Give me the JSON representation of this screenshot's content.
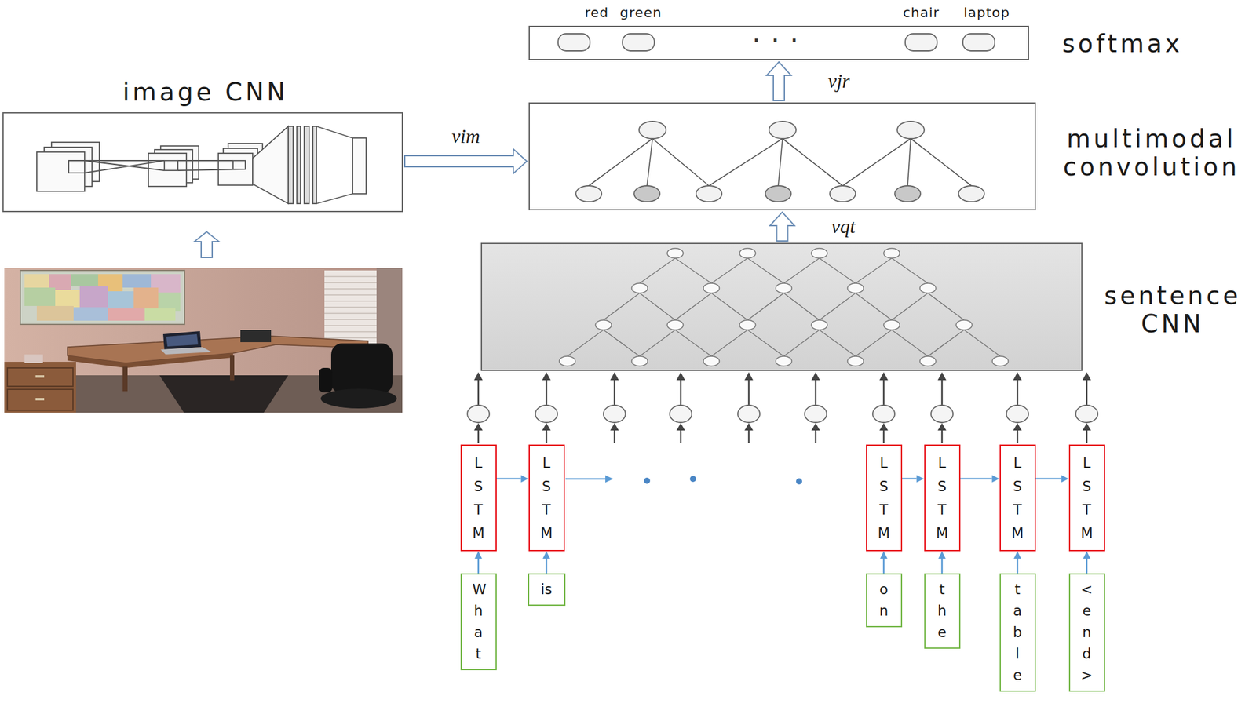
{
  "diagram": {
    "nodes": [
      {
        "text": [
          "softmax"
        ]
      },
      {
        "text": [
          "image CNN"
        ]
      },
      {
        "text": [
          "multimodal convolution"
        ]
      },
      {
        "text": [
          "sentence CNN"
        ]
      },
      {
        "text": [
          "LSTM"
        ]
      },
      {
        "text": [
          "LSTM"
        ]
      },
      {
        "text": [
          "LSTM"
        ]
      },
      {
        "text": [
          "LSTM"
        ]
      },
      {
        "text": [
          "LSTM"
        ]
      },
      {
        "text": [
          "LSTM"
        ]
      },
      {
        "text": [
          "What"
        ]
      },
      {
        "text": [
          "is"
        ]
      },
      {
        "text": [
          "on"
        ]
      },
      {
        "text": [
          "the"
        ]
      },
      {
        "text": [
          "table"
        ]
      },
      {
        "text": [
          "<end>"
        ]
      }
    ],
    "edges": [
      {
        "from": 1,
        "to": 2,
        "label": "νim",
        "arrow": "to"
      },
      {
        "from": 2,
        "to": 0,
        "label": "νjr",
        "arrow": "to"
      },
      {
        "from": 3,
        "to": 2,
        "label": "νqt",
        "arrow": "to"
      },
      {
        "from": 4,
        "to": 5,
        "arrow": "to"
      },
      {
        "from": 6,
        "to": 7,
        "arrow": "to"
      },
      {
        "from": 7,
        "to": 8,
        "arrow": "to"
      },
      {
        "from": 8,
        "to": 9,
        "arrow": "to"
      },
      {
        "from": 10,
        "to": 4,
        "arrow": "to"
      },
      {
        "from": 11,
        "to": 5,
        "arrow": "to"
      },
      {
        "from": 12,
        "to": 6,
        "arrow": "to"
      },
      {
        "from": 13,
        "to": 7,
        "arrow": "to"
      },
      {
        "from": 14,
        "to": 8,
        "arrow": "to"
      },
      {
        "from": 15,
        "to": 9,
        "arrow": "to"
      }
    ],
    "labels": [
      "red",
      "green",
      "· · ·",
      "chair",
      "laptop"
    ]
  }
}
